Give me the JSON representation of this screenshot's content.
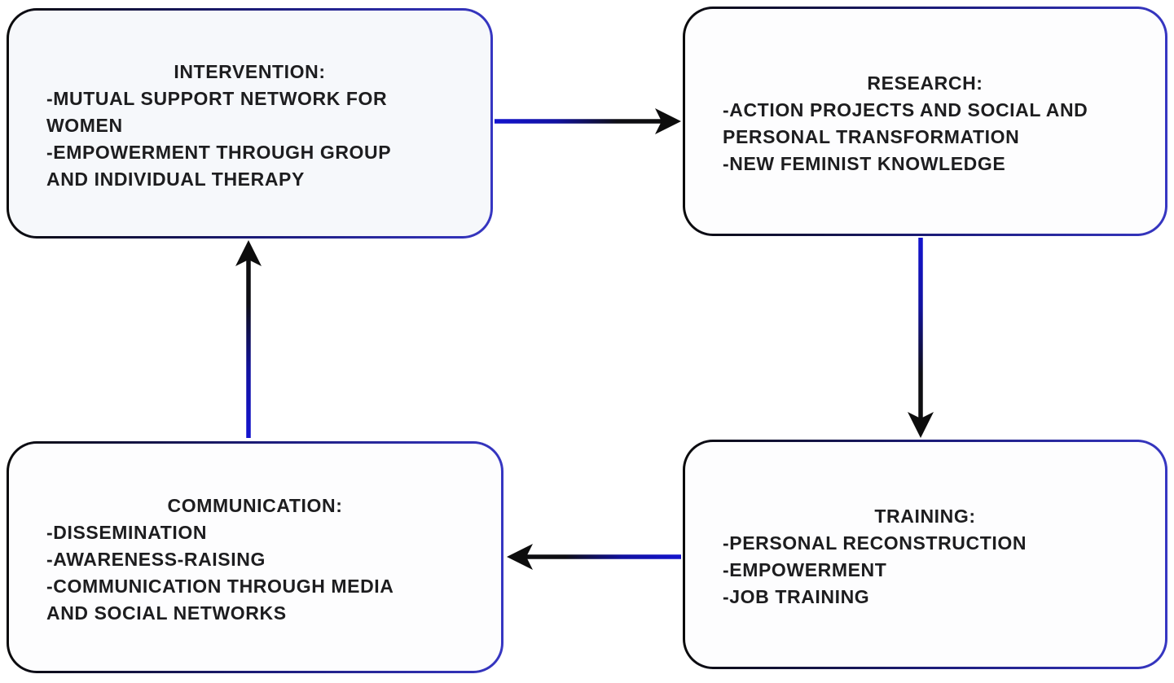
{
  "diagram": {
    "boxes": [
      {
        "name": "intervention",
        "title": "INTERVENTION:",
        "items": [
          "-MUTUAL SUPPORT NETWORK FOR\nWOMEN",
          "-EMPOWERMENT THROUGH GROUP\nAND INDIVIDUAL THERAPY"
        ]
      },
      {
        "name": "research",
        "title": "RESEARCH:",
        "items": [
          "-ACTION PROJECTS AND SOCIAL AND\nPERSONAL TRANSFORMATION",
          "-NEW FEMINIST KNOWLEDGE"
        ]
      },
      {
        "name": "training",
        "title": "TRAINING:",
        "items": [
          "-PERSONAL RECONSTRUCTION",
          "-EMPOWERMENT",
          "-JOB TRAINING"
        ]
      },
      {
        "name": "communication",
        "title": "COMMUNICATION:",
        "items": [
          "-DISSEMINATION",
          "-AWARENESS-RAISING",
          "-COMMUNICATION THROUGH MEDIA\nAND SOCIAL NETWORKS"
        ]
      }
    ],
    "arrows": [
      {
        "name": "intervention-to-research",
        "direction": "right"
      },
      {
        "name": "research-to-training",
        "direction": "down"
      },
      {
        "name": "training-to-communication",
        "direction": "left"
      },
      {
        "name": "communication-to-intervention",
        "direction": "up"
      }
    ],
    "colors": {
      "border_black": "#0b0b0b",
      "border_blue": "#3636c2",
      "arrow_blue": "#1414cf",
      "arrow_black": "#0d0d0d",
      "box_fill": "#fdfdfe",
      "intervention_fill": "#f6f8fb",
      "text": "#1d1d1f",
      "background": "#ffffff"
    }
  }
}
